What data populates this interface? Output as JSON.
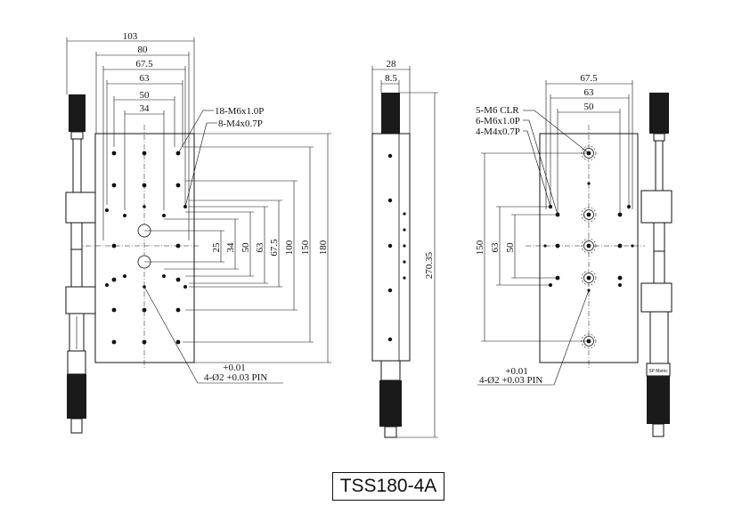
{
  "model": "TSS180-4A",
  "front_view": {
    "top_dims": [
      "103",
      "80",
      "67.5",
      "63",
      "50",
      "34"
    ],
    "callouts": [
      "18-M6x1.0P",
      "8-M4x0.7P"
    ],
    "right_dims": [
      "25",
      "34",
      "50",
      "63",
      "67.5",
      "100",
      "150",
      "180"
    ],
    "pin_tol": "+0.01",
    "pin_spec": "4-Ø2 +0.03 PIN"
  },
  "side_view": {
    "top_dims": [
      "28",
      "8.5"
    ],
    "height_dim": "270.35"
  },
  "back_view": {
    "top_dims": [
      "67.5",
      "63",
      "50"
    ],
    "callouts": [
      "5-M6 CLR",
      "6-M6x1.0P",
      "4-M4x0.7P"
    ],
    "left_dims": [
      "150",
      "63",
      "50"
    ],
    "pin_tol": "+0.01",
    "pin_spec": "4-Ø2 +0.03 PIN",
    "micrometer_mark": "SP Metric"
  }
}
